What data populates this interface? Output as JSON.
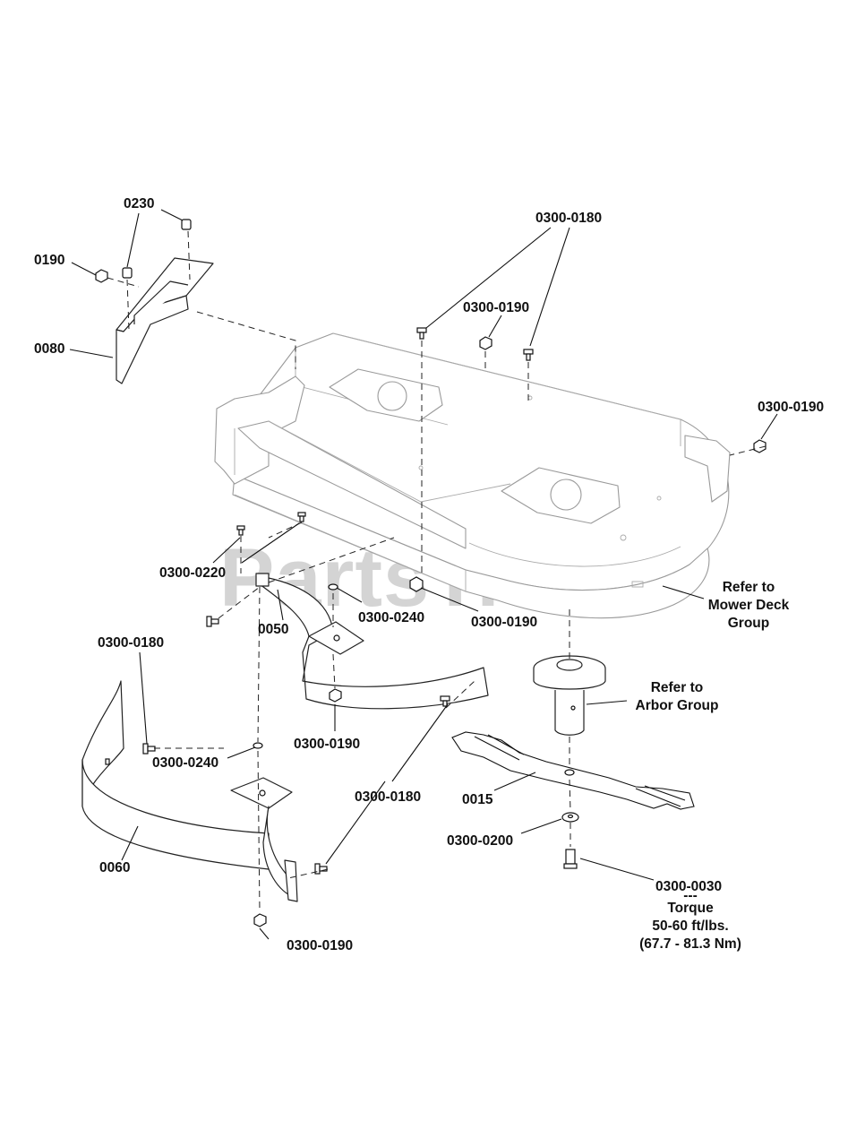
{
  "watermark": {
    "text": "PartsTree",
    "trademark": "™"
  },
  "labels": {
    "p0230": "0230",
    "p0190": "0190",
    "p0080": "0080",
    "p0300_0180_top": "0300-0180",
    "p0300_0190_top": "0300-0190",
    "p0300_0190_right": "0300-0190",
    "p0300_0220": "0300-0220",
    "p0300_0240_mid": "0300-0240",
    "p0050": "0050",
    "p0300_0190_mid": "0300-0190",
    "p0300_0180_left": "0300-0180",
    "p0300_0190_lowmid": "0300-0190",
    "p0300_0240_low": "0300-0240",
    "p0300_0180_low": "0300-0180",
    "p0015": "0015",
    "p0300_0200": "0300-0200",
    "p0060": "0060",
    "p0300_0190_bottom": "0300-0190",
    "p0300_0030": "0300-0030"
  },
  "notes": {
    "mower_deck": [
      "Refer to",
      "Mower Deck",
      "Group"
    ],
    "arbor": [
      "Refer to",
      "Arbor Group"
    ],
    "torque": [
      "---",
      "Torque",
      "50-60 ft/lbs.",
      "(67.7 - 81.3 Nm)"
    ]
  }
}
